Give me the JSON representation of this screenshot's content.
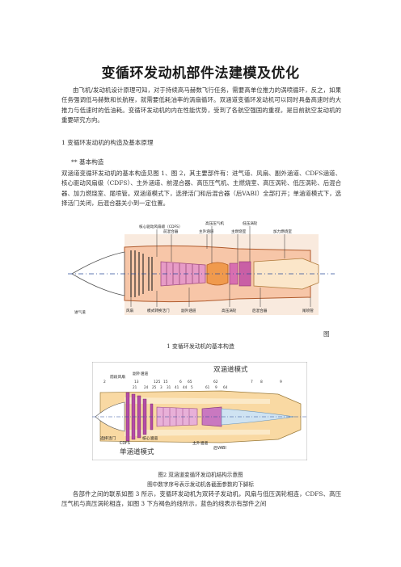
{
  "title": "变循环发动机部件法建模及优化",
  "intro": "由飞机/发动机设计原理可知，对于持续高马赫数飞行任务，需要高单位推力的涡喷循环，反之，如果任务强调低马赫数和长航程，就需要低耗油率的涡扇循环。双涵道变循环发动机可以同时具备高速时的大推力与低速时的低油耗。变循环发动机的内在性能优势，受到了各航空强国的重视，是目前航空发动机的重要研究方向。",
  "section1": "1  变循环发动机的构造及基本原理",
  "subsection": "**  基本构造",
  "para2": "双涵道变循环发动机的基本构造见图 1、图 2，其主要部件有：进气道、风扇、副外涵道、CDFS涵道、核心驱动风扇级（CDFS）、主外涵道、前混合器、高压压气机、主燃烧室、高压涡轮、低压涡轮、后混合器、加力燃烧室、尾喷管。双涵道模式下，选择活门和后混合器（后VABI）全部打开；单涵道模式下，选择活门关闭，后混合器关小到一定位置。",
  "fig1": {
    "top_labels": [
      "核心驱动风扇级（CDFS）",
      "高压压气机",
      "低压涡轮",
      "前混合器",
      "主外涵道",
      "主燃烧室",
      "加力燃烧室"
    ],
    "bottom_labels": [
      "进气道",
      "风扇",
      "模式转换活门",
      "副外涵道",
      "高压涡轮",
      "后混合器",
      "尾喷管"
    ],
    "tu": "图",
    "caption": "1  变循环发动机的基本构造"
  },
  "fig2": {
    "mode_top": "双涵道模式",
    "mode_bottom": "单涵道模式",
    "labels_top": [
      "前段风扇",
      "副外涵道"
    ],
    "labels_bottom": [
      "选择活门",
      "CDFS",
      "核心涵道",
      "主外涵道",
      "后VABI"
    ],
    "station_row1": [
      "2",
      "13",
      "125",
      "15",
      "6",
      "65",
      "62",
      "7",
      "8",
      "9"
    ],
    "station_row2": [
      "21",
      "24",
      "25",
      "3",
      "31",
      "41",
      "44",
      "5",
      "61",
      "9",
      "64"
    ],
    "caption": "图2    双涵道变循环发动机结构示意图",
    "caption2": "图中数字序号表示发动机各截面参数的下脚标"
  },
  "para3": "各部件之间的联系如图 3 所示，变循环发动机为双转子发动机，风扇与低压涡轮相连，CDFS、高压压气机与高压涡轮相连，如图 3 下方褐色的线所示，蓝色的线表示有部件之间"
}
